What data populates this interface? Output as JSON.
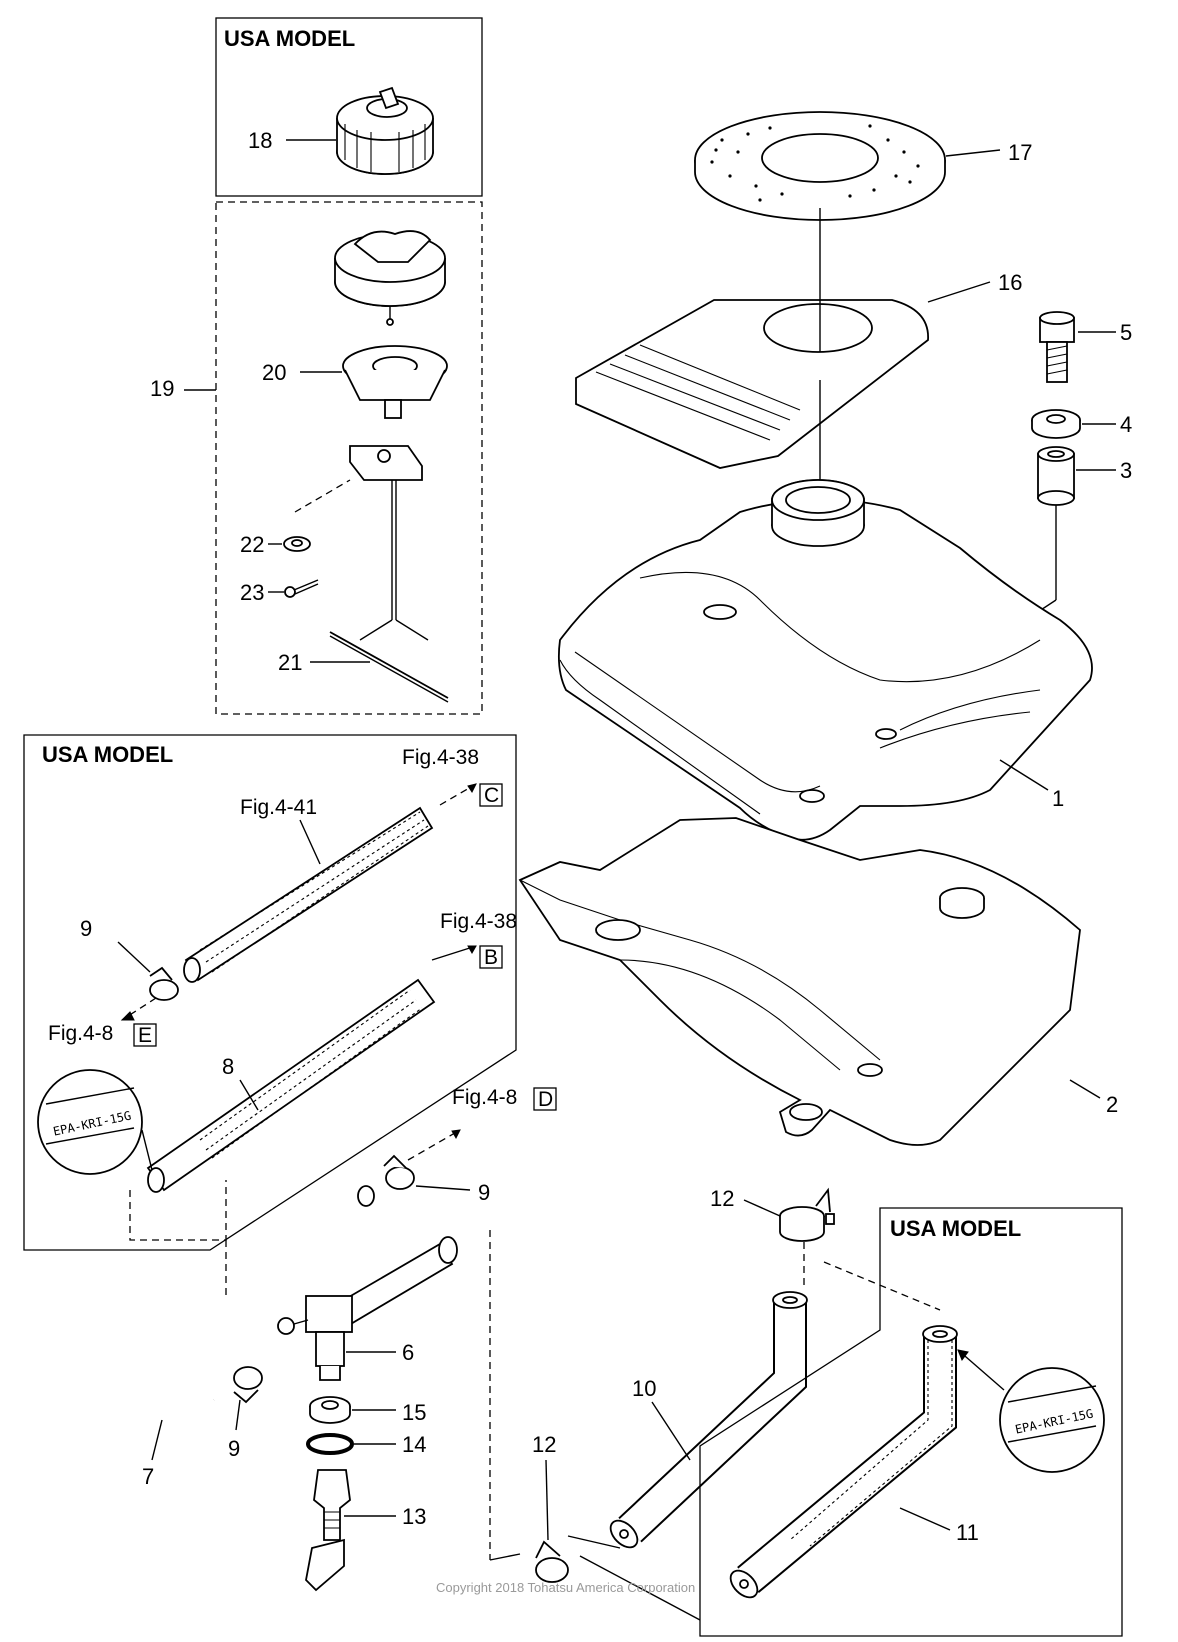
{
  "headers": {
    "usa_model_cap": "USA MODEL",
    "usa_model_hose": "USA MODEL",
    "usa_model_hose2": "USA MODEL"
  },
  "callouts": {
    "n1": "1",
    "n2": "2",
    "n3": "3",
    "n4": "4",
    "n5": "5",
    "n6": "6",
    "n7": "7",
    "n8": "8",
    "n9a": "9",
    "n9b": "9",
    "n9c": "9",
    "n10": "10",
    "n11": "11",
    "n12a": "12",
    "n12b": "12",
    "n13": "13",
    "n14": "14",
    "n15": "15",
    "n16": "16",
    "n17": "17",
    "n18": "18",
    "n19": "19",
    "n20": "20",
    "n21": "21",
    "n22": "22",
    "n23": "23"
  },
  "references": {
    "fig_4_38_c": "Fig.4-38",
    "box_c": "C",
    "fig_4_41": "Fig.4-41",
    "fig_4_38_b": "Fig.4-38",
    "box_b": "B",
    "fig_4_8_e": "Fig.4-8",
    "box_e": "E",
    "fig_4_8_d": "Fig.4-8",
    "box_d": "D"
  },
  "stamps": {
    "hose_stamp_left": "EPA-KRI-15G",
    "hose_stamp_right": "EPA-KRI-15G"
  },
  "copyright": "Copyright 2018 Tohatsu America Corporation"
}
